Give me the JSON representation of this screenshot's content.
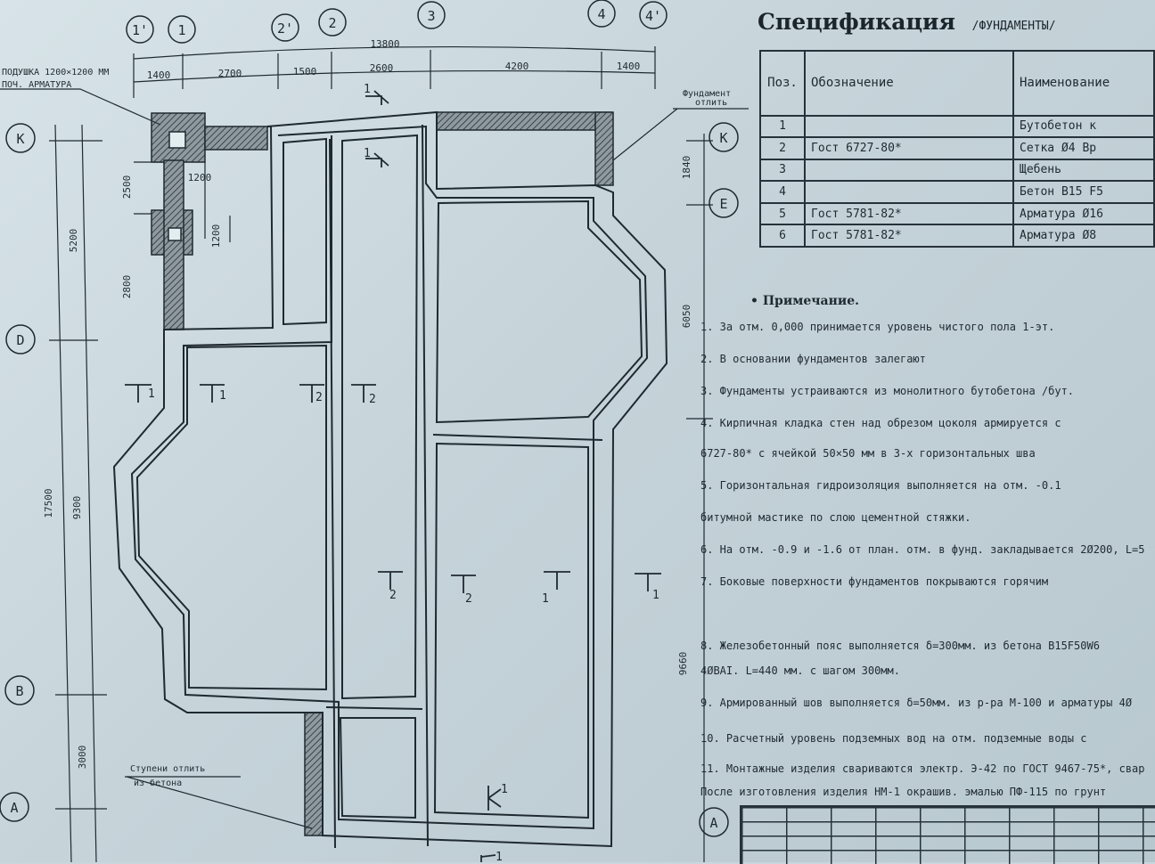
{
  "axes": {
    "top": [
      "1'",
      "1",
      "2'",
      "2",
      "3",
      "4",
      "4'"
    ],
    "left": [
      "К",
      "D",
      "B",
      "A"
    ],
    "right": [
      "К",
      "E",
      "A"
    ]
  },
  "dimensions": {
    "overall_top": "13800",
    "top_segments": [
      "1400",
      "2700",
      "1500",
      "2600",
      "4200",
      "1400"
    ],
    "left_overall": "17500",
    "left_segments": [
      "5200",
      "9300",
      "3000"
    ],
    "inner_vertical": [
      "2500",
      "2800"
    ],
    "pad_width": "1200",
    "pad_height": "1200",
    "right_segments": [
      "1840",
      "6050",
      "9660"
    ]
  },
  "labels": {
    "pad_note_1": "ПОДУШКА 1200×1200 ММ",
    "pad_note_2": "ПОЧ. АРМАТУРА",
    "foundation_note_1": "Фундамент",
    "foundation_note_2": "отлить",
    "steps_note_1": "Ступени отлить",
    "steps_note_2": "из бетона"
  },
  "section_marks": [
    "1",
    "1",
    "1",
    "1",
    "2",
    "2",
    "2",
    "2",
    "1",
    "1",
    "1",
    "1"
  ],
  "spec": {
    "title": "Спецификация",
    "subtitle": "/ФУНДАМЕНТЫ/",
    "headers": [
      "Поз.",
      "Обозначение",
      "Наименование"
    ],
    "rows": [
      {
        "pos": "1",
        "code": "",
        "name": "Бутобетон к"
      },
      {
        "pos": "2",
        "code": "Гост 6727-80*",
        "name": "Сетка Ø4 Вр"
      },
      {
        "pos": "3",
        "code": "",
        "name": "Щебень"
      },
      {
        "pos": "4",
        "code": "",
        "name": "Бетон В15 F5"
      },
      {
        "pos": "5",
        "code": "Гост 5781-82*",
        "name": "Арматура Ø16"
      },
      {
        "pos": "6",
        "code": "Гост 5781-82*",
        "name": "Арматура Ø8"
      }
    ]
  },
  "notes": {
    "title": "• Примечание.",
    "items": [
      "1. За отм. 0,000 принимается уровень чистого пола 1-эт.",
      "2. В основании фундаментов залегают",
      "3. Фундаменты устраиваются из монолитного бутобетона /бут.",
      "4. Кирпичная кладка стен над обрезом цоколя армируется с",
      "   6727-80* с ячейкой 50×50 мм в 3-х горизонтальных шва",
      "5. Горизонтальная гидроизоляция выполняется на отм. -0.1",
      "   битумной мастике по слою цементной стяжки.",
      "6. На отм. -0.9 и -1.6 от план. отм. в фунд. закладывается 2Ø200, L=5",
      "7. Боковые поверхности фундаментов покрываются горячим",
      "8. Железобетонный пояс выполняется δ=300мм. из бетона В15F50W6",
      "   4ØВАI. L=440 мм. с шагом 300мм.",
      "9. Армированный шов выполняется δ=50мм. из р-ра М-100 и арматуры 4Ø",
      "10. Расчетный уровень подземных вод на отм.        подземные воды с",
      "11. Монтажные изделия свариваются электр. Э-42 по ГОСТ 9467-75*, свар",
      "   После изготовления изделия НМ-1 окрашив. эмалью ПФ-115 по грунт"
    ]
  },
  "colors": {
    "ink": "#1f2a30",
    "hatch": "#4a5358",
    "paper": "#cfdce2"
  }
}
